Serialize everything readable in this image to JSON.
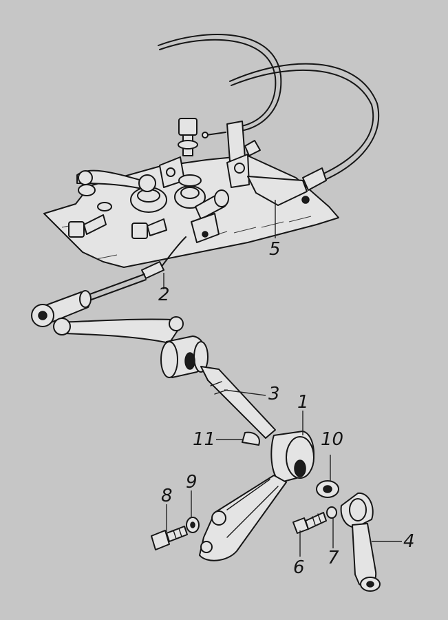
{
  "figure": {
    "callouts": [
      {
        "id": "1",
        "text": "1"
      },
      {
        "id": "2",
        "text": "2"
      },
      {
        "id": "3",
        "text": "3"
      },
      {
        "id": "4",
        "text": "4"
      },
      {
        "id": "5",
        "text": "5"
      },
      {
        "id": "6",
        "text": "6"
      },
      {
        "id": "7",
        "text": "7"
      },
      {
        "id": "8",
        "text": "8"
      },
      {
        "id": "9",
        "text": "9"
      },
      {
        "id": "10",
        "text": "10"
      },
      {
        "id": "11",
        "text": "11"
      }
    ]
  },
  "colors": {
    "background": "#c6c6c6",
    "ink": "#161616",
    "part_fill": "#e4e4e4"
  }
}
